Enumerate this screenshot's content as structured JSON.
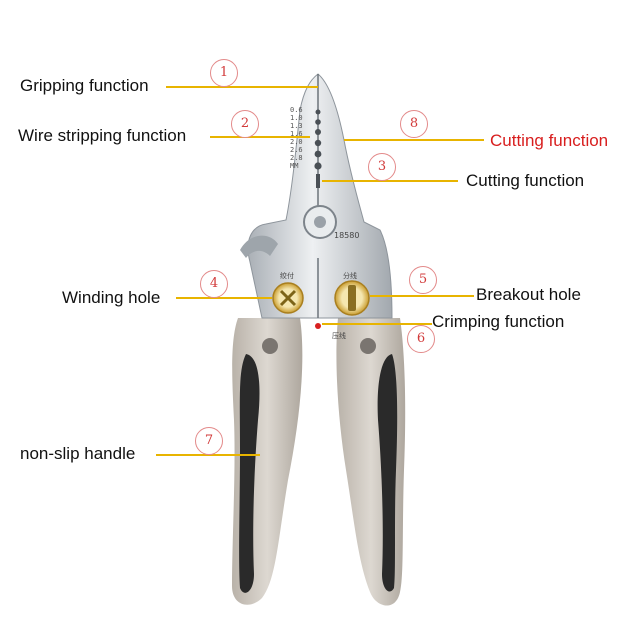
{
  "callouts": [
    {
      "number": "1",
      "label": "Gripping function"
    },
    {
      "number": "2",
      "label": "Wire stripping function"
    },
    {
      "number": "3",
      "label": "Cutting function"
    },
    {
      "number": "4",
      "label": "Winding hole"
    },
    {
      "number": "5",
      "label": "Breakout hole"
    },
    {
      "number": "6",
      "label": "Crimping function"
    },
    {
      "number": "7",
      "label": "non-slip handle"
    },
    {
      "number": "8",
      "label": "Cutting function"
    }
  ],
  "tool_markings": {
    "gauges": [
      "0.6",
      "1.0",
      "1.3",
      "1.6",
      "2.0",
      "2.6",
      "2.8"
    ],
    "unit": "MM",
    "model": "18580",
    "winding_mark": "绞付",
    "breakout_mark": "分线",
    "crimp_mark": "压线"
  },
  "colors": {
    "leader_line": "#e8b400",
    "badge_text": "#d23a3a",
    "highlight_label": "#d81e1e",
    "handle_grey": "#c9c3bb",
    "handle_black": "#2a2a2a",
    "steel": "#cfd3d6"
  }
}
